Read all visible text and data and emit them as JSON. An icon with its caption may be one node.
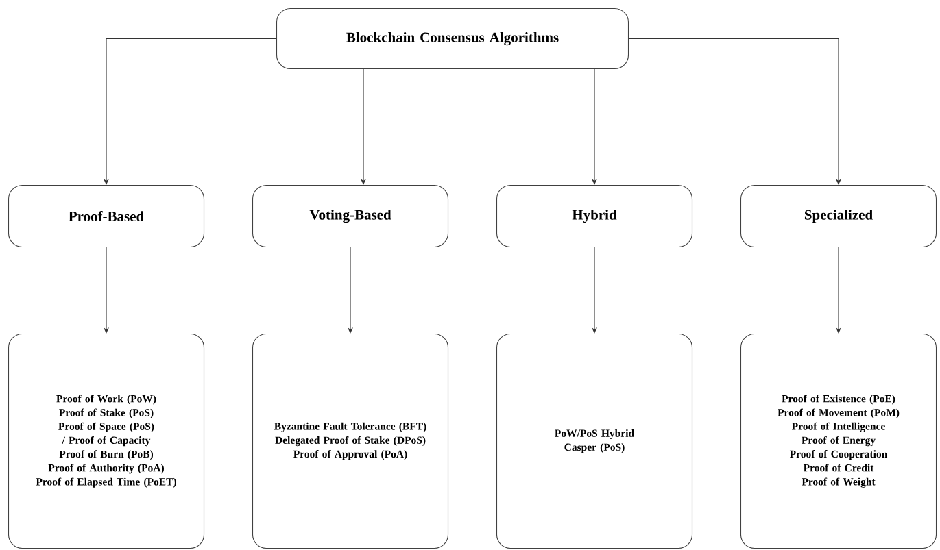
{
  "diagram": {
    "nodes": [
      {
        "text": [
          "Blockchain Consensus Algorithms"
        ]
      },
      {
        "text": [
          "Proof-Based"
        ]
      },
      {
        "text": [
          "Voting-Based"
        ]
      },
      {
        "text": [
          "Hybrid"
        ]
      },
      {
        "text": [
          "Specialized"
        ]
      },
      {
        "text": [
          "Proof of Work (PoW)",
          "Proof of Stake (PoS)",
          "Proof of Space (PoS) / Proof of Capacity",
          "Proof of Burn (PoB)",
          "Proof of Authority (PoA)",
          "Proof of Elapsed Time (PoET)"
        ]
      },
      {
        "text": [
          "Byzantine Fault Tolerance (BFT)",
          "Delegated Proof of Stake (DPoS)",
          "Proof of Approval (PoA)"
        ]
      },
      {
        "text": [
          "PoW/PoS Hybrid",
          "Casper (PoS)"
        ]
      },
      {
        "text": [
          "Proof of Existence (PoE)",
          "Proof of Movement (PoM)",
          "Proof of Intelligence",
          "Proof of Energy",
          "Proof of Cooperation",
          "Proof of Credit",
          "Proof of Weight"
        ]
      }
    ],
    "edges": [
      {
        "from": 0,
        "to": 1,
        "arrow": "to"
      },
      {
        "from": 0,
        "to": 2,
        "arrow": "to"
      },
      {
        "from": 0,
        "to": 3,
        "arrow": "to"
      },
      {
        "from": 0,
        "to": 4,
        "arrow": "to"
      },
      {
        "from": 1,
        "to": 5,
        "arrow": "to"
      },
      {
        "from": 2,
        "to": 6,
        "arrow": "to"
      },
      {
        "from": 3,
        "to": 7,
        "arrow": "to"
      },
      {
        "from": 4,
        "to": 8,
        "arrow": "to"
      }
    ]
  }
}
